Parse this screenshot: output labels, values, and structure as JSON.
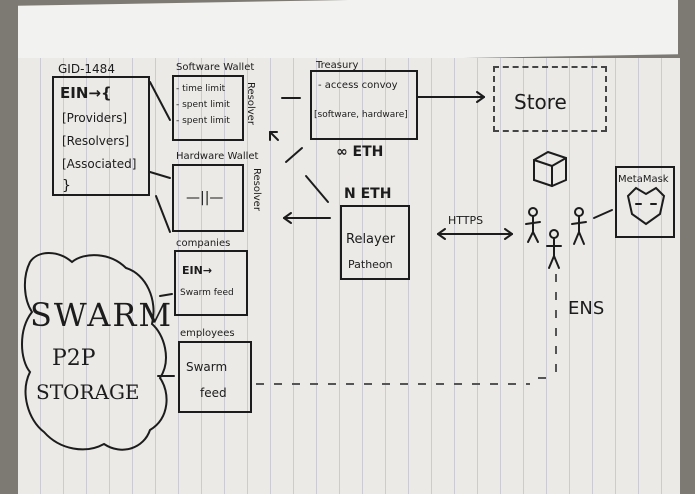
{
  "gid": {
    "title": "GID-1484",
    "ein": "EIN→{",
    "providers": "[Providers]",
    "resolvers": "[Resolvers]",
    "associated": "[Associated]",
    "close": "}"
  },
  "software_wallet": {
    "title": "Software Wallet",
    "items": [
      "- time limit",
      "- spent limit",
      "- spent limit"
    ]
  },
  "resolver_top": "Resolver",
  "hardware_wallet": {
    "title": "Hardware Wallet",
    "symbol": "—||—"
  },
  "resolver_bottom": "Resolver",
  "companies": {
    "title": "companies",
    "ein": "EIN→",
    "feed": "Swarm feed"
  },
  "employees": {
    "title": "employees",
    "swarm": "Swarm",
    "feed": "feed"
  },
  "swarm": {
    "label": "SWARM",
    "p2p": "P2P",
    "storage": "STORAGE"
  },
  "treasury": {
    "title": "Treasury",
    "access": "- access convoy",
    "modes": "[software, hardware]",
    "balance": "∞ ETH"
  },
  "relayer": {
    "balance": "N ETH",
    "label": "Relayer",
    "sub": "Patheon"
  },
  "store": {
    "label": "Store"
  },
  "https_label": "HTTPS",
  "metamask": {
    "label": "MetaMask"
  },
  "ens": {
    "label": "ENS"
  }
}
